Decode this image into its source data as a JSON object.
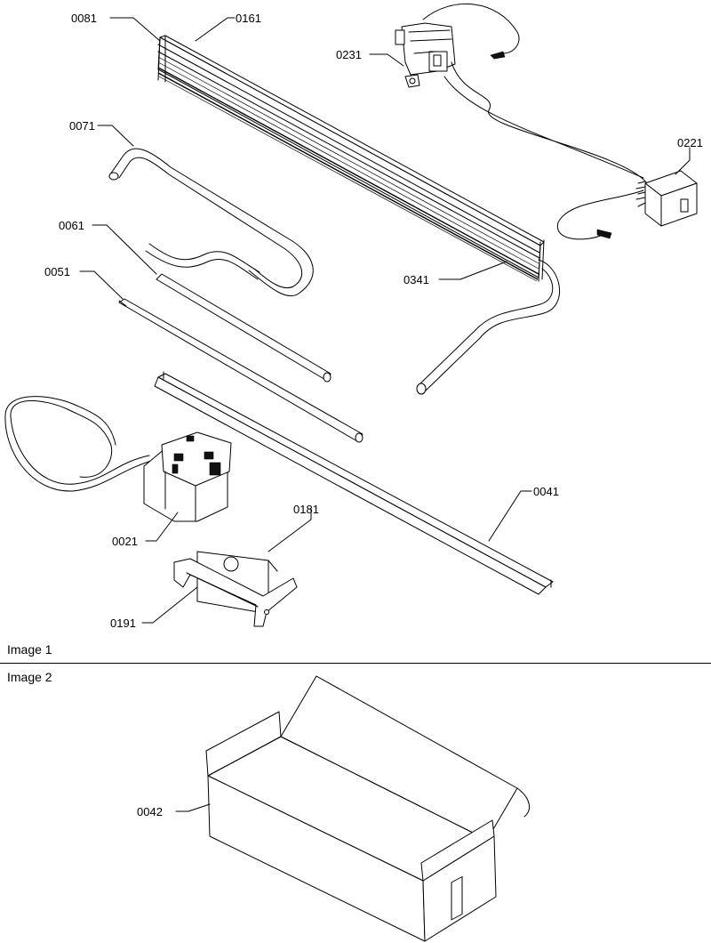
{
  "sections": [
    {
      "caption": "Image 1"
    },
    {
      "caption": "Image 2"
    }
  ],
  "callouts": {
    "p0081": "0081",
    "p0161": "0161",
    "p0231": "0231",
    "p0221": "0221",
    "p0071": "0071",
    "p0061": "0061",
    "p0051": "0051",
    "p0341": "0341",
    "p0041": "0041",
    "p0181": "0181",
    "p0021": "0021",
    "p0191": "0191",
    "p0042": "0042"
  }
}
